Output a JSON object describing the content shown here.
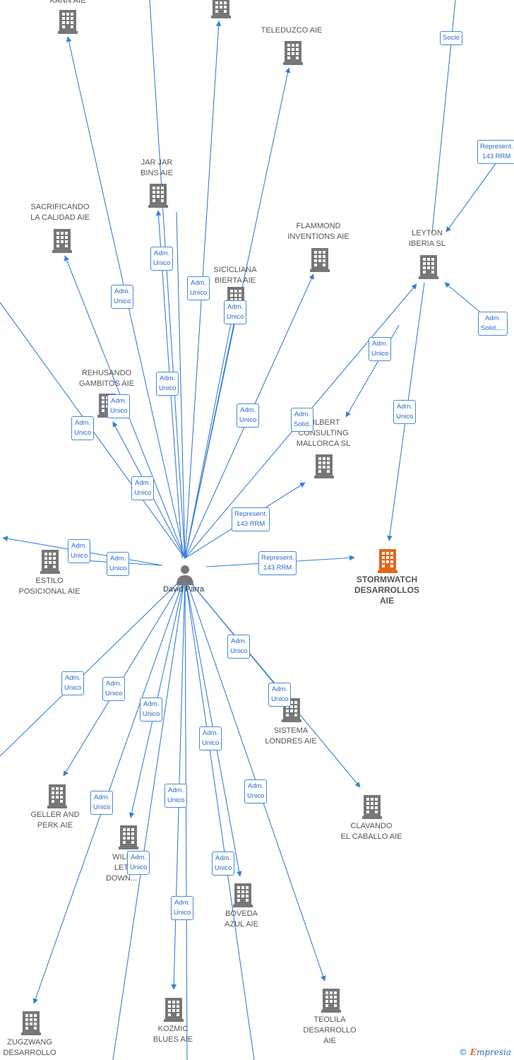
{
  "center": {
    "label": "David Parra"
  },
  "nodes": [
    {
      "id": "kann",
      "label": "KANN  AIE"
    },
    {
      "id": "top2",
      "label": ""
    },
    {
      "id": "teleduzco",
      "label": "TELEDUZCO  AIE"
    },
    {
      "id": "jarjar",
      "label": "JAR JAR\nBINS  AIE"
    },
    {
      "id": "sacrificando",
      "label": "SACRIFICANDO\nLA CALIDAD  AIE"
    },
    {
      "id": "flammond",
      "label": "FLAMMOND\nINVENTIONS  AIE"
    },
    {
      "id": "leyton",
      "label": "LEYTON\nIBERIA  SL"
    },
    {
      "id": "siciliana",
      "label": "SICICLIANA\nBIERTA  AIE"
    },
    {
      "id": "rehusando",
      "label": "REHUSANDO\nGAMBITOS  AIE"
    },
    {
      "id": "gilbert",
      "label": "GILBERT\nCONSULTING\nMALLORCA  SL"
    },
    {
      "id": "stormwatch",
      "label": "STORMWATCH\nDESARROLLOS\nAIE",
      "main": true
    },
    {
      "id": "estilo",
      "label": "ESTILO\nPOSICIONAL  AIE"
    },
    {
      "id": "sistema",
      "label": "SISTEMA\nLONDRES  AIE"
    },
    {
      "id": "geller",
      "label": "GELLER AND\nPERK  AIE"
    },
    {
      "id": "clavando",
      "label": "CLAVANDO\nEL CABALLO  AIE"
    },
    {
      "id": "will",
      "label": "WILL\nLET\nDOWN..."
    },
    {
      "id": "boveda",
      "label": "BOVEDA\nAZUL  AIE"
    },
    {
      "id": "zugzwang",
      "label": "ZUGZWANG\nDESARROLLO"
    },
    {
      "id": "kozmic",
      "label": "KOZMIC\nBLUES  AIE"
    },
    {
      "id": "teolila",
      "label": "TEOLILA\nDESARROLLO\nAIE"
    }
  ],
  "edge_labels": [
    {
      "id": "socio",
      "text": "Socio"
    },
    {
      "id": "rep1",
      "text": "Represent.\n143 RRM"
    },
    {
      "id": "l_jar",
      "text": "Adm.\nUnico"
    },
    {
      "id": "l_sac",
      "text": "Adm.\nUnico"
    },
    {
      "id": "l_top2",
      "text": "Adm.\nUnico"
    },
    {
      "id": "l_sic",
      "text": "Adm.\nUnico"
    },
    {
      "id": "l_leyton_solid",
      "text": "Adm.\nSolid.,..."
    },
    {
      "id": "l_leyton_gil",
      "text": "Adm.\nUnico"
    },
    {
      "id": "l_kann",
      "text": "Adm.\nUnico"
    },
    {
      "id": "l_reh",
      "text": "Adm.\nUnico"
    },
    {
      "id": "l_left1",
      "text": "Adm.\nUnico"
    },
    {
      "id": "l_flam",
      "text": "Adm.\nUnico"
    },
    {
      "id": "l_gil_solid",
      "text": "Adm.\nSolid."
    },
    {
      "id": "l_storm",
      "text": "Adm.\nUnico"
    },
    {
      "id": "l_tele",
      "text": "Adm.\nUnico"
    },
    {
      "id": "l_reh2",
      "text": "Adm.\nUnico"
    },
    {
      "id": "rep2",
      "text": "Represent.\n143 RRM"
    },
    {
      "id": "l_estilo",
      "text": "Adm.\nUnico"
    },
    {
      "id": "l_estilo2",
      "text": "Adm.\nUnico"
    },
    {
      "id": "rep3",
      "text": "Represent.\n143 RRM"
    },
    {
      "id": "l_sis1",
      "text": "Adm.\nUnico"
    },
    {
      "id": "l_sis2",
      "text": "Adm.\nUnico"
    },
    {
      "id": "l_leftb",
      "text": "Adm.\nUnico"
    },
    {
      "id": "l_geller",
      "text": "Adm.\nUnico"
    },
    {
      "id": "l_will",
      "text": "Adm.\nUnico"
    },
    {
      "id": "l_bov",
      "text": "Adm.\nUnico"
    },
    {
      "id": "l_zug",
      "text": "Adm.\nUnico"
    },
    {
      "id": "l_koz",
      "text": "Adm.\nUnico"
    },
    {
      "id": "l_teo",
      "text": "Adm.\nUnico"
    },
    {
      "id": "l_will2",
      "text": "Adm.\nUnico"
    },
    {
      "id": "l_bov2",
      "text": "Adm.\nUnico"
    },
    {
      "id": "l_koz2",
      "text": "Adm.\nUnico"
    }
  ],
  "footer": {
    "copyright": "©",
    "brand_first": "E",
    "brand_rest": "mpresia"
  },
  "colors": {
    "edge": "#3a7fd5",
    "building": "#777777",
    "main_building": "#e8631a"
  }
}
